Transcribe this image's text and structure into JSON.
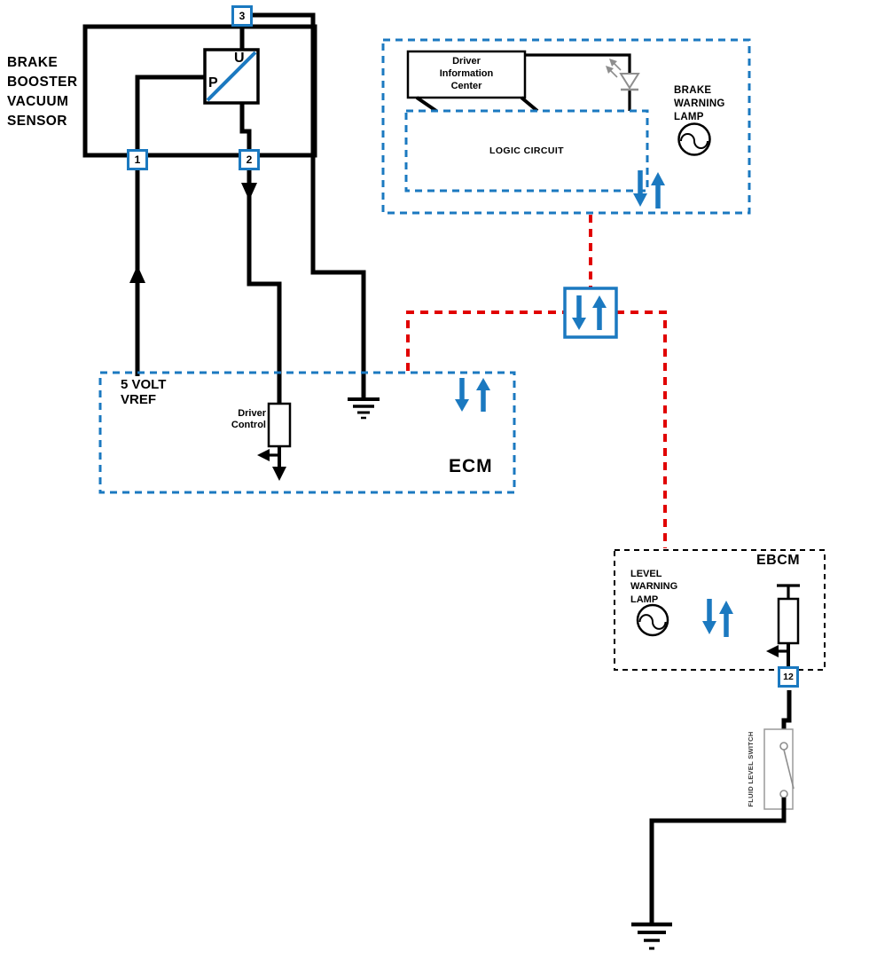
{
  "colors": {
    "wire_black": "#000000",
    "signal_blue": "#1b79c0",
    "serial_red": "#e10000"
  },
  "sensor": {
    "title": "BRAKE\nBOOSTER\nVACUUM\nSENSOR",
    "pin_top": "3",
    "pin_left": "1",
    "pin_right": "2",
    "symbol_letter_top": "U",
    "symbol_letter_bottom": "P"
  },
  "instrument_cluster": {
    "driver_info_center": "Driver\nInformation\nCenter",
    "logic_circuit": "LOGIC CIRCUIT",
    "brake_warning_lamp": "BRAKE\nWARNING\nLAMP"
  },
  "ecm": {
    "vref": "5 VOLT\nVREF",
    "driver_control": "Driver\nControl",
    "name": "ECM"
  },
  "ebcm": {
    "name": "EBCM",
    "level_warning_lamp": "LEVEL\nWARNING\nLAMP",
    "pin": "12"
  },
  "fluid_level_switch": {
    "label": "FLUID LEVEL SWITCH"
  }
}
